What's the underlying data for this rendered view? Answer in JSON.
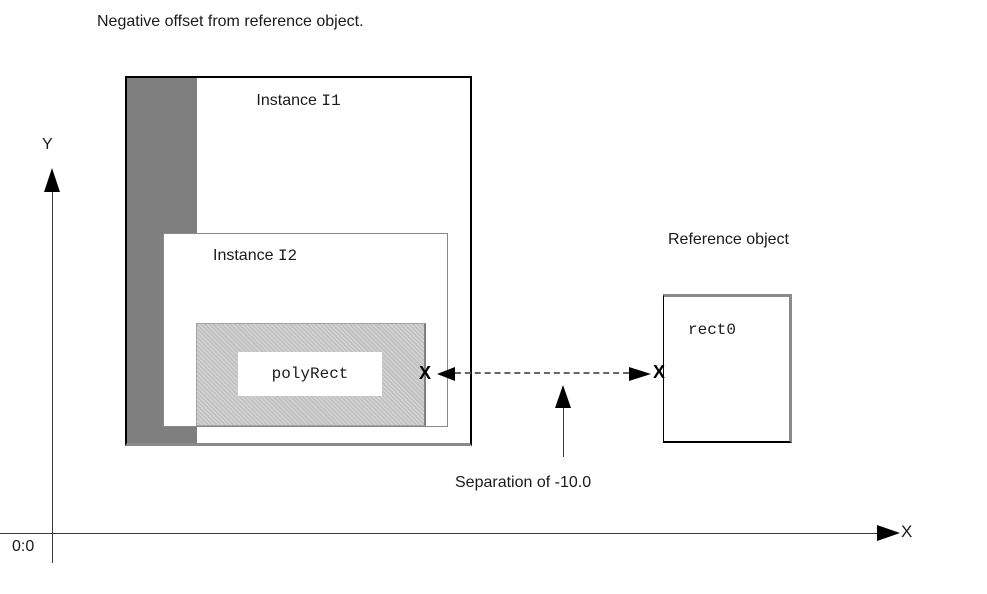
{
  "title": "Negative offset from reference object.",
  "axes": {
    "y_label": "Y",
    "x_label": "X",
    "origin_label": "0:0"
  },
  "instance1": {
    "label_prefix": "Instance ",
    "label_name": "I1"
  },
  "instance2": {
    "label_prefix": "Instance ",
    "label_name": "I2"
  },
  "poly_rect": {
    "label": "polyRect"
  },
  "reference": {
    "caption": "Reference object",
    "label": "rect0"
  },
  "separation": {
    "caption": "Separation of -10.0",
    "left_marker": "X",
    "right_marker": "X"
  },
  "colors": {
    "dark_gray_strip": "#7f7f7f",
    "light_gray_fill": "#c8c8c8",
    "gray_border": "#8a8a8a",
    "black_border": "#000000",
    "background": "#ffffff"
  }
}
